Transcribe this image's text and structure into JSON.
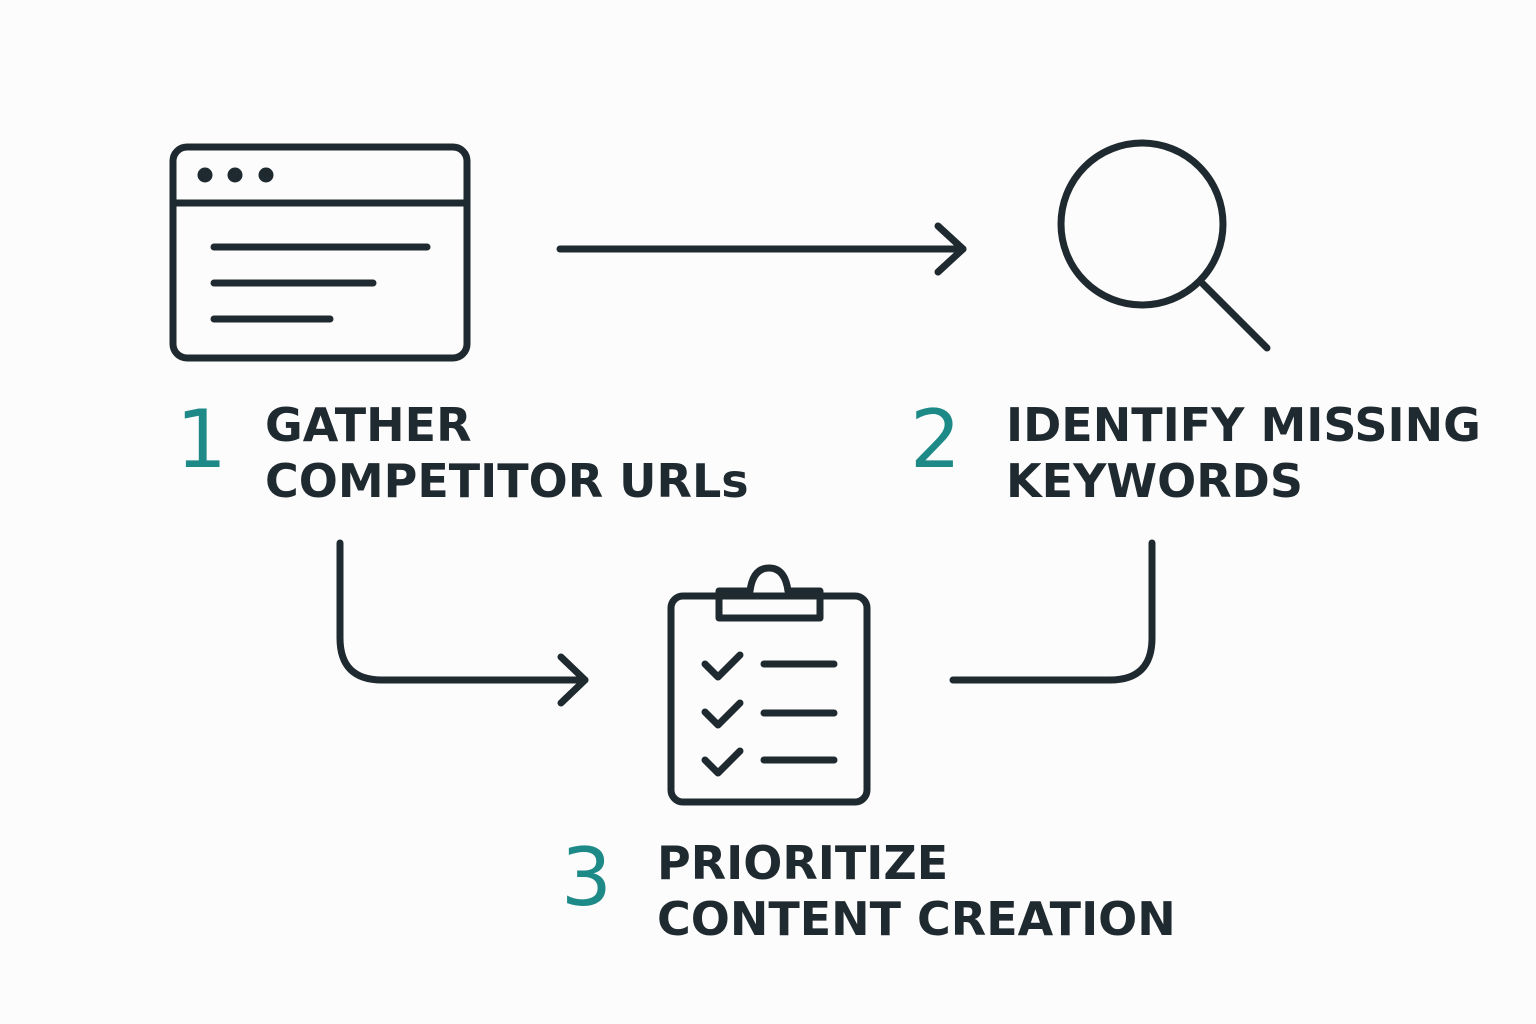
{
  "colors": {
    "ink": "#1f2a30",
    "accent": "#1e8a87",
    "background": "#fcfcfc"
  },
  "steps": [
    {
      "number": "1",
      "icon": "browser-window-icon",
      "lines": [
        "GATHER",
        "COMPETITOR URLs"
      ]
    },
    {
      "number": "2",
      "icon": "magnifier-icon",
      "lines": [
        "IDENTIFY MISSING",
        "KEYWORDS"
      ]
    },
    {
      "number": "3",
      "icon": "clipboard-checklist-icon",
      "lines": [
        "PRIORITIZE",
        "CONTENT CREATION"
      ]
    }
  ]
}
